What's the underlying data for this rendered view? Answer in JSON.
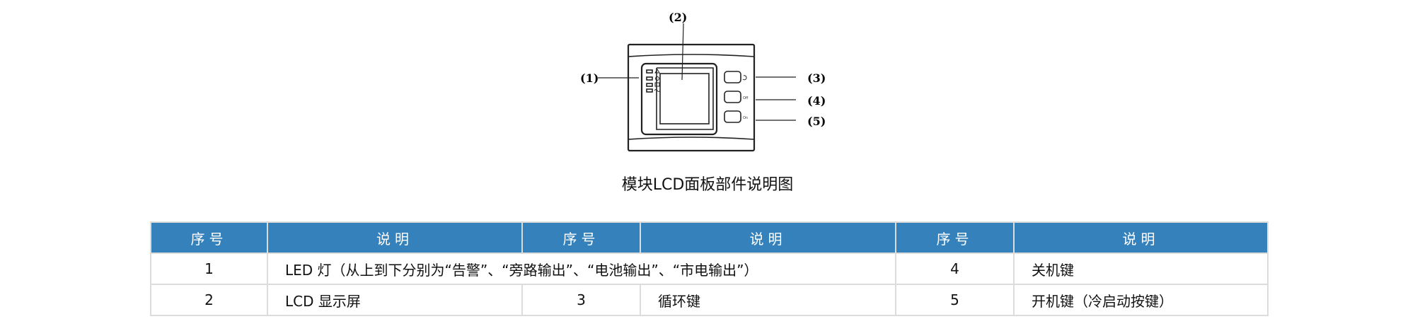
{
  "diagram": {
    "labels": [
      "(1)",
      "(2)",
      "(3)",
      "(4)",
      "(5)"
    ],
    "button_marks": [
      "Off",
      "On"
    ],
    "caption": "模块LCD面板部件说明图"
  },
  "table": {
    "headers": [
      "序号",
      "说明",
      "序号",
      "说明",
      "序号",
      "说明"
    ],
    "rows": [
      {
        "no1": "1",
        "desc1": "LED 灯（从上到下分别为“告警”、“旁路输出”、“电池输出”、“市电输出”）",
        "no3": "4",
        "desc3": "关机键"
      },
      {
        "no1": "2",
        "desc1": "LCD 显示屏",
        "no2": "3",
        "desc2": "循环键",
        "no3": "5",
        "desc3": "开机键（冷启动按键）"
      }
    ]
  }
}
